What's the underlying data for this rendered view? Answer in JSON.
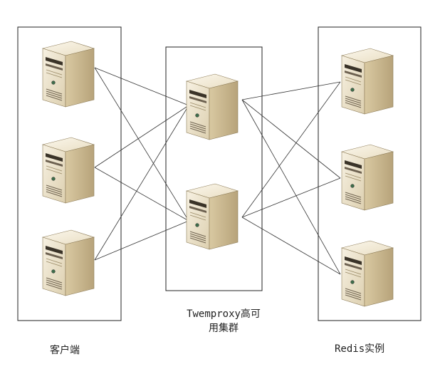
{
  "diagram": {
    "captions": {
      "clients": "客户端",
      "proxy_line1": "Twemproxy高可",
      "proxy_line2": "用集群",
      "redis": "Redis实例"
    },
    "groups": [
      {
        "id": "clients",
        "servers": 3
      },
      {
        "id": "proxy",
        "servers": 2
      },
      {
        "id": "redis",
        "servers": 3
      }
    ],
    "connections": "every client connects to every proxy; every proxy connects to every redis instance",
    "colors": {
      "server_front": "#efe6cf",
      "server_side": "#c9b893",
      "server_top": "#f6f0df",
      "line": "#333333",
      "box_border": "#222222"
    }
  }
}
